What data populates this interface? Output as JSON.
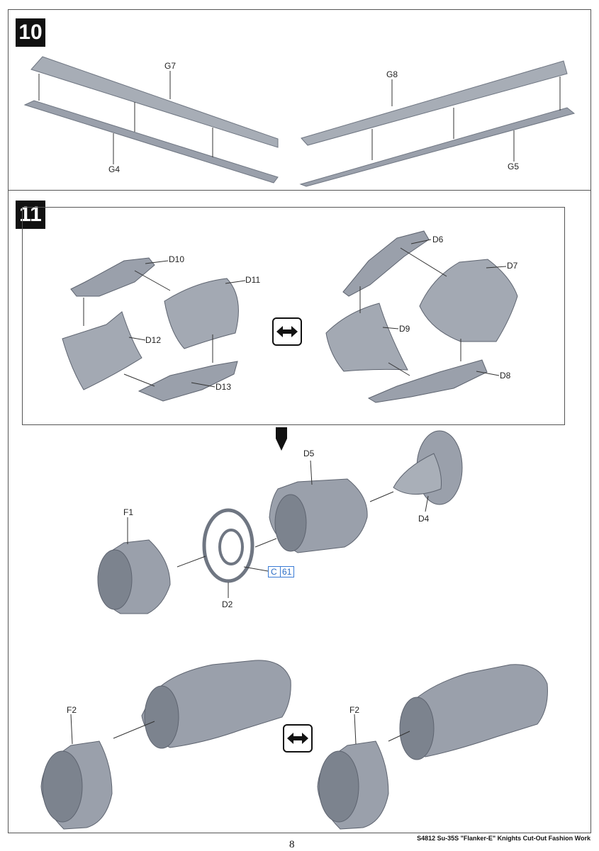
{
  "steps": {
    "step10": {
      "number": "10",
      "parts": {
        "g7": "G7",
        "g4": "G4",
        "g8": "G8",
        "g5": "G5"
      }
    },
    "step11": {
      "number": "11",
      "parts": {
        "d10": "D10",
        "d11": "D11",
        "d12": "D12",
        "d13": "D13",
        "d6": "D6",
        "d7": "D7",
        "d9": "D9",
        "d8": "D8",
        "d5": "D5",
        "d4": "D4",
        "f1": "F1",
        "d2": "D2",
        "f2_left": "F2",
        "f2_right": "F2"
      },
      "callout": {
        "part": "C",
        "number": "61"
      }
    }
  },
  "icons": {
    "alternative": "double-arrow-icon",
    "proceed": "down-arrow-icon"
  },
  "colors": {
    "part_gray": "#9aa0ab",
    "part_dark": "#6f7682",
    "callout_blue": "#2b6cc4"
  },
  "footer": {
    "caption": "S4812 Su-35S \"Flanker-E\" Knights Cut-Out Fashion Work",
    "page_number": "8"
  }
}
